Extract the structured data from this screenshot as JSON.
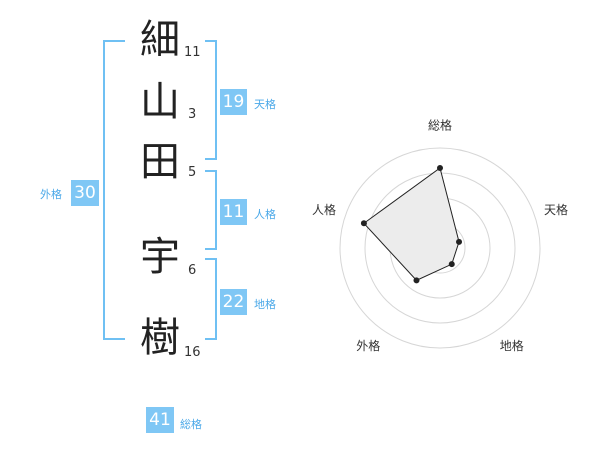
{
  "name": {
    "chars": [
      {
        "char": "細",
        "strokes": "11"
      },
      {
        "char": "山",
        "strokes": "3"
      },
      {
        "char": "田",
        "strokes": "5"
      },
      {
        "char": "宇",
        "strokes": "6"
      },
      {
        "char": "樹",
        "strokes": "16"
      }
    ]
  },
  "kakusu": {
    "tenkaku": {
      "value": "19",
      "label": "天格"
    },
    "jinkaku": {
      "value": "11",
      "label": "人格"
    },
    "chikaku": {
      "value": "22",
      "label": "地格"
    },
    "gaikaku": {
      "value": "30",
      "label": "外格"
    },
    "soukaku": {
      "value": "41",
      "label": "総格"
    }
  },
  "chart_data": {
    "type": "radar",
    "axes": [
      "総格",
      "天格",
      "地格",
      "外格",
      "人格"
    ],
    "values": [
      4,
      1,
      1,
      2,
      4
    ],
    "range": [
      0,
      5
    ],
    "rings": 4,
    "colors": {
      "fill": "#ececec",
      "line": "#222222",
      "grid": "#d6d6d6",
      "point": "#222222"
    }
  },
  "colors": {
    "accent": "#7fc7f5",
    "bracket": "#6fc0f3",
    "label": "#4aa8e8"
  }
}
